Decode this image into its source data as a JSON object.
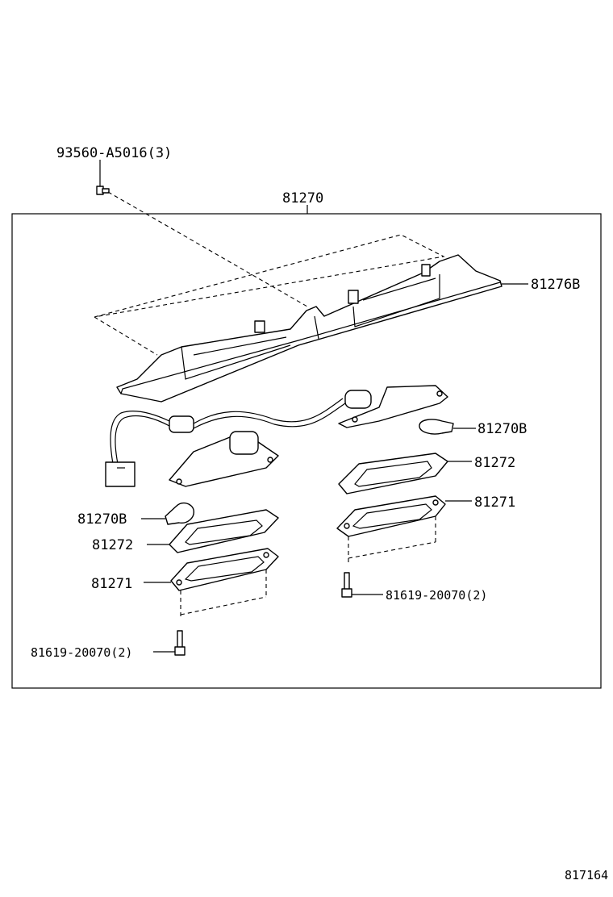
{
  "labels": {
    "assembly": "81270",
    "screw_top": "93560-A5016(3)",
    "housing": "81276B",
    "bulb_right": "81270B",
    "gasket_right": "81272",
    "lens_right": "81271",
    "screw_right": "81619-20070(2)",
    "bulb_left": "81270B",
    "gasket_left": "81272",
    "lens_left": "81271",
    "screw_left": "81619-20070(2)"
  },
  "footer": {
    "diagram_id": "817164"
  }
}
